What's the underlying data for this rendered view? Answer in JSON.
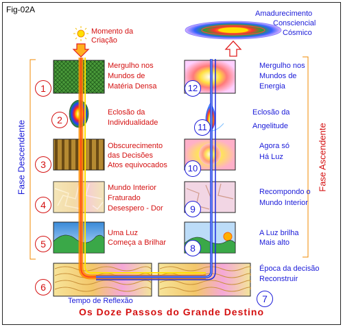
{
  "figure_label": "Fig-02A",
  "title": "Os Doze Passos do Grande Destino",
  "top_left_caption": [
    "Momento da",
    "Criação"
  ],
  "top_right_caption": [
    "Amadurecimento",
    "Consciencial",
    "Cósmico"
  ],
  "left_phase": "Fase Descendente",
  "right_phase": "Fase Ascendente",
  "bottom_left_label": "Tempo de Reflexão",
  "steps": [
    {
      "n": "1",
      "lines": [
        "Mergulho nos",
        "Mundos de",
        "Matéria Densa"
      ]
    },
    {
      "n": "2",
      "lines": [
        "Eclosão da",
        "Individualidade"
      ]
    },
    {
      "n": "3",
      "lines": [
        "Obscurecimento",
        "das Decisões",
        "Atos equivocados"
      ]
    },
    {
      "n": "4",
      "lines": [
        "Mundo Interior",
        "Fraturado",
        "Desespero - Dor"
      ]
    },
    {
      "n": "5",
      "lines": [
        "Uma Luz",
        "Começa a Brilhar"
      ]
    },
    {
      "n": "6",
      "lines": []
    },
    {
      "n": "7",
      "lines": [
        "Época da decisão",
        "Reconstruir"
      ]
    },
    {
      "n": "8",
      "lines": [
        "A Luz brilha",
        "Mais alto"
      ]
    },
    {
      "n": "9",
      "lines": [
        "Recompondo o",
        "Mundo Interior"
      ]
    },
    {
      "n": "10",
      "lines": [
        "Agora só",
        "Há Luz"
      ]
    },
    {
      "n": "11",
      "lines": [
        "Eclosão da",
        "Angelitude"
      ]
    },
    {
      "n": "12",
      "lines": [
        "Mergulho nos",
        "Mundos de",
        "Energia"
      ]
    }
  ],
  "colors": {
    "red": "#d41010",
    "blue": "#1a1ad8",
    "orange": "#f08a00"
  }
}
